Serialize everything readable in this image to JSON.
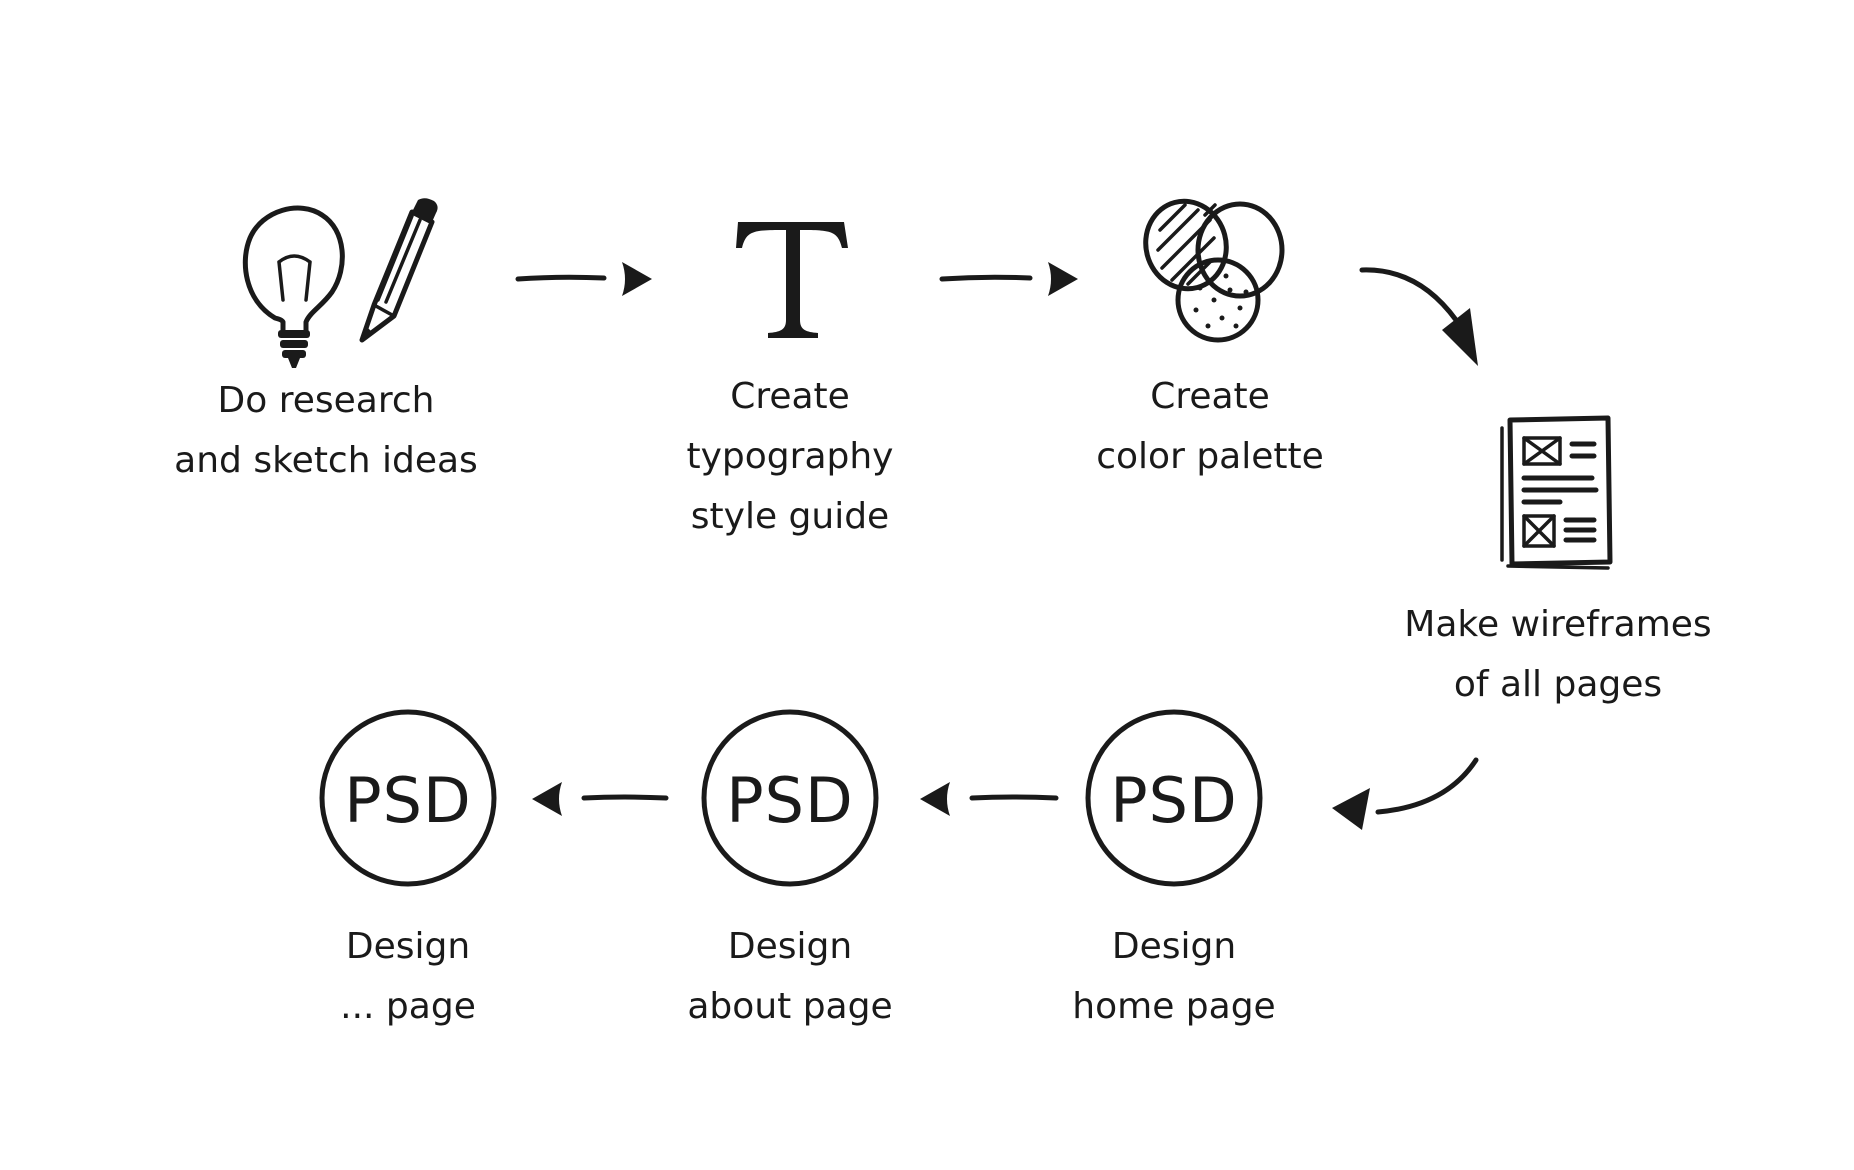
{
  "steps": [
    {
      "icon": "lightbulb-pencil-icon",
      "line1": "Do research",
      "line2": "and sketch ideas",
      "line3": ""
    },
    {
      "icon": "typography-t-icon",
      "line1": "Create",
      "line2": "typography",
      "line3": "style guide"
    },
    {
      "icon": "color-palette-circles-icon",
      "line1": "Create",
      "line2": "color palette",
      "line3": ""
    },
    {
      "icon": "wireframe-document-icon",
      "line1": "Make wireframes",
      "line2": "of all pages",
      "line3": ""
    },
    {
      "icon": "psd-circle-icon",
      "badge": "PSD",
      "line1": "Design",
      "line2": "home page",
      "line3": ""
    },
    {
      "icon": "psd-circle-icon",
      "badge": "PSD",
      "line1": "Design",
      "line2": "about page",
      "line3": ""
    },
    {
      "icon": "psd-circle-icon",
      "badge": "PSD",
      "line1": "Design",
      "line2": "... page",
      "line3": ""
    }
  ],
  "colors": {
    "ink": "#1a1a1a",
    "background": "#ffffff"
  }
}
